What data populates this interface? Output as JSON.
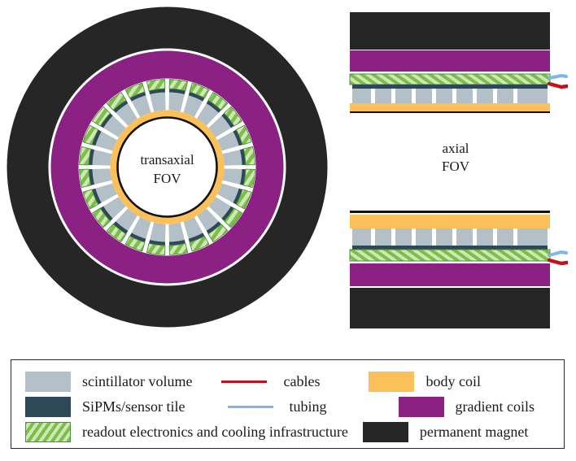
{
  "figure": {
    "transaxial_label_line1": "transaxial",
    "transaxial_label_line2": "FOV",
    "axial_label_line1": "axial",
    "axial_label_line2": "FOV"
  },
  "colors": {
    "scintillator": "#b4c0c8",
    "sipm": "#2f4858",
    "readout_green": "#7bbf4a",
    "readout_hatch_light": "#cfe6b5",
    "body_coil": "#fbc05a",
    "gradient_coils": "#8b2182",
    "permanent_magnet": "#262626",
    "cables": "#c1121f",
    "tubing": "#7eb6e8",
    "background": "#ffffff",
    "outline": "#111111"
  },
  "geometry": {
    "detector_segments": 24,
    "scintillator_blocks_axial": 9
  },
  "legend": {
    "items": [
      {
        "name": "scintillator volume",
        "swatch": "scintillator",
        "kind": "box"
      },
      {
        "name": "SiPMs/sensor tile",
        "swatch": "sipm",
        "kind": "box"
      },
      {
        "name": "readout electronics and cooling infrastructure",
        "swatch": "readout",
        "kind": "box-hatched"
      },
      {
        "name": "cables",
        "swatch": "cables",
        "kind": "line"
      },
      {
        "name": "tubing",
        "swatch": "tubing",
        "kind": "line"
      },
      {
        "name": "body coil",
        "swatch": "body_coil",
        "kind": "box"
      },
      {
        "name": "gradient coils",
        "swatch": "gradient_coils",
        "kind": "box"
      },
      {
        "name": "permanent magnet",
        "swatch": "permanent_magnet",
        "kind": "box"
      }
    ]
  }
}
